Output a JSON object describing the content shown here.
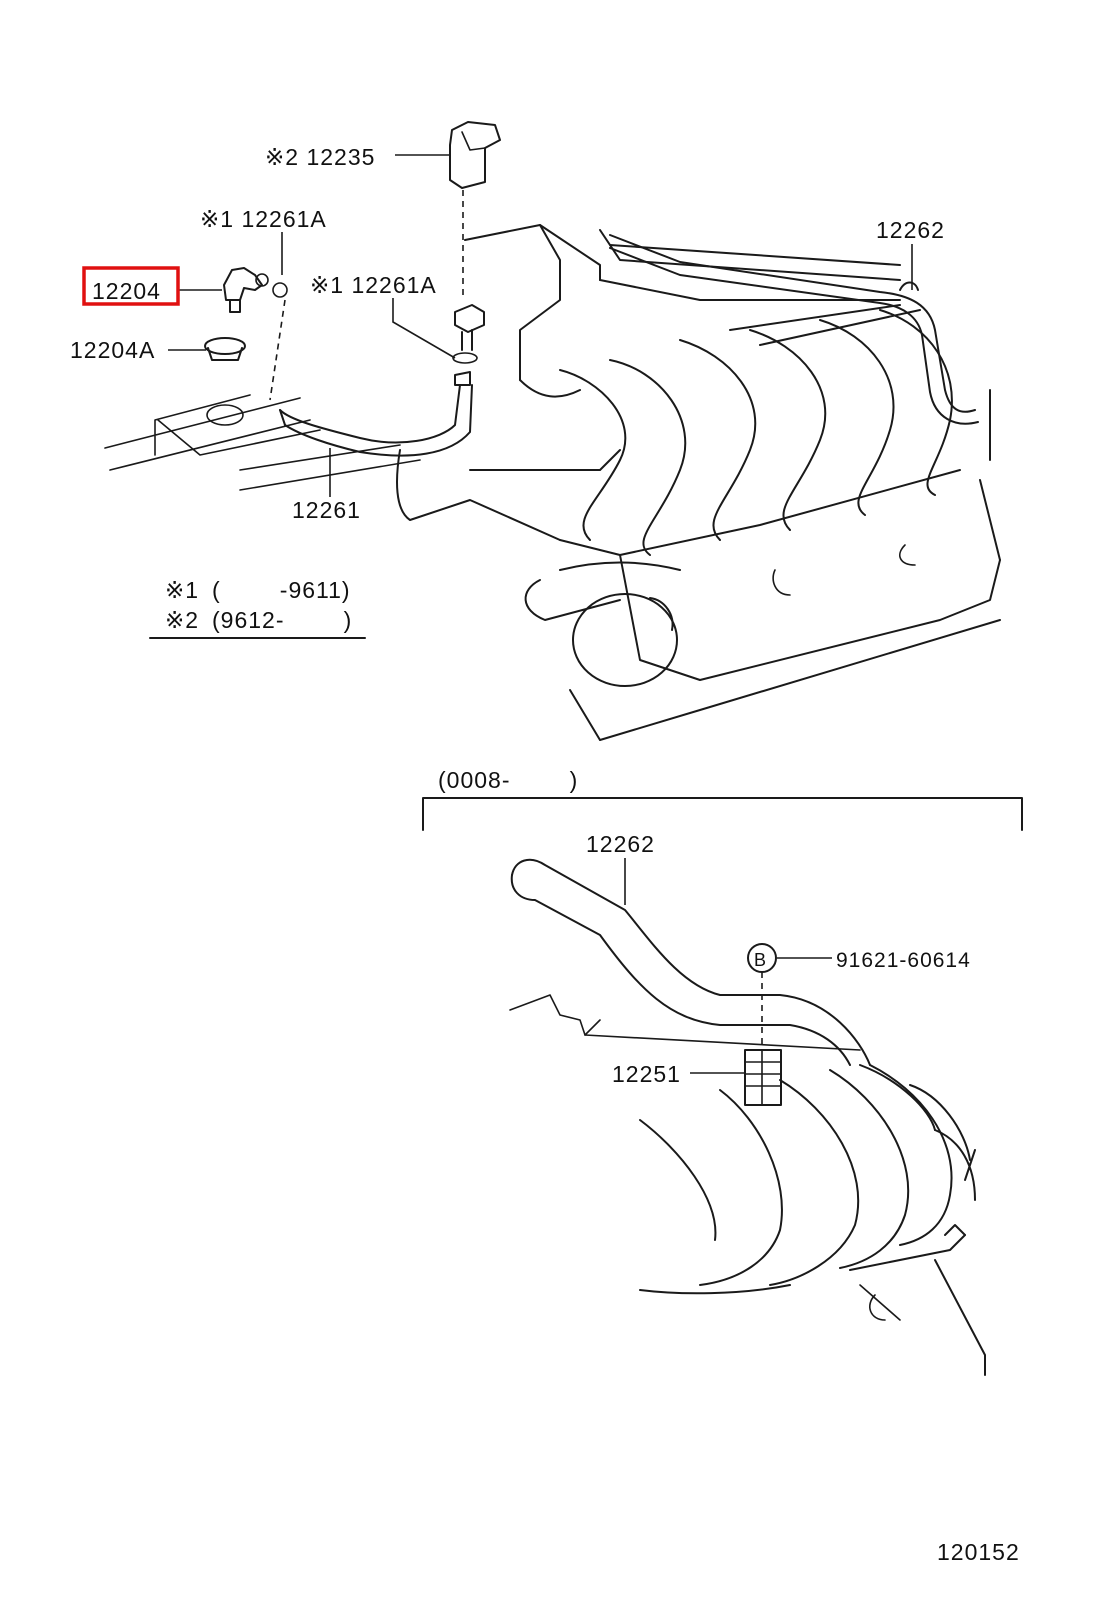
{
  "callouts": {
    "p12235": "※2 12235",
    "p12261A_top": "※1 12261A",
    "p12261A_mid": "※1 12261A",
    "p12262_top": "12262",
    "p12204": "12204",
    "p12204A": "12204A",
    "p12261": "12261",
    "p12262_bottom": "12262",
    "p91621": "91621-60614",
    "p12251": "12251",
    "bolt_marker": "B"
  },
  "legend": {
    "note1_mark": "※1",
    "note1_range": "(        -9611)",
    "note2_mark": "※2",
    "note2_range": "(9612-        )"
  },
  "inset": {
    "range": "(0008-        )"
  },
  "diagram_id": "120152",
  "highlight": {
    "part": "12204",
    "color": "#e01010"
  }
}
